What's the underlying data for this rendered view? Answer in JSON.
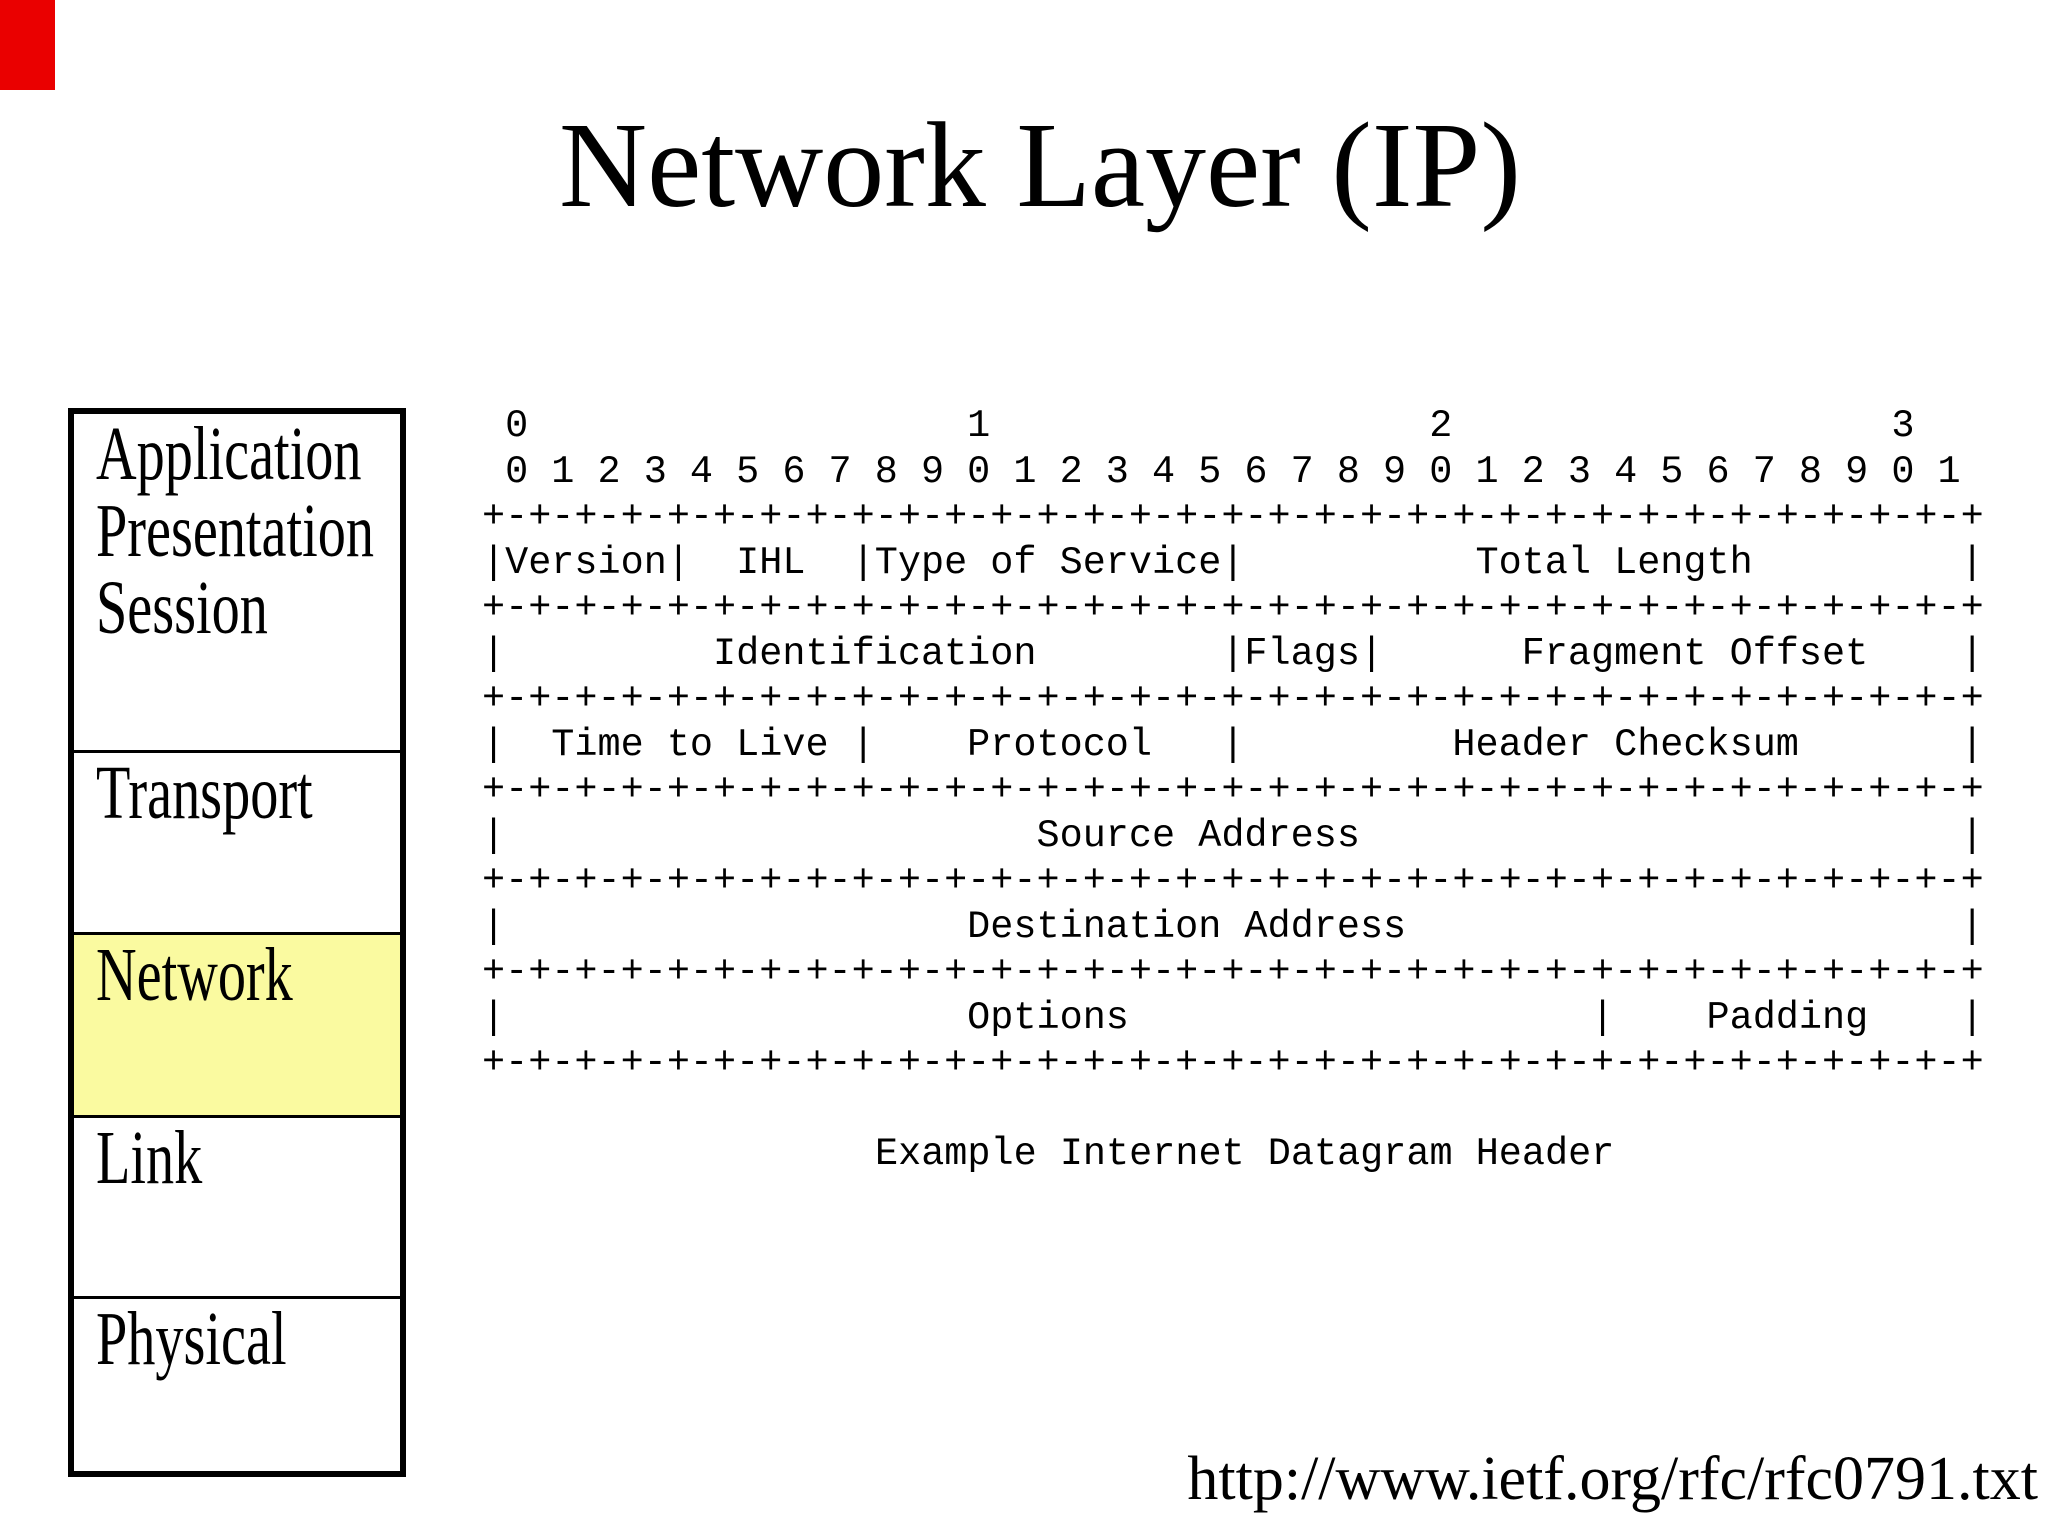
{
  "slide": {
    "title": "Network Layer (IP)",
    "footer_url": "http://www.ietf.org/rfc/rfc0791.txt"
  },
  "colors": {
    "background": "#ffffff",
    "text": "#000000",
    "osi_highlight": "#fafaa0",
    "corner_marker_red": "#ea0000"
  },
  "osi_stack": {
    "highlighted_layer": "Network",
    "rows": [
      {
        "lines": [
          "Application",
          "Presentation",
          "Session"
        ],
        "highlighted": false
      },
      {
        "lines": [
          "Transport"
        ],
        "highlighted": false
      },
      {
        "lines": [
          "Network"
        ],
        "highlighted": true
      },
      {
        "lines": [
          "Link"
        ],
        "highlighted": false
      },
      {
        "lines": [
          "Physical"
        ],
        "highlighted": false
      }
    ]
  },
  "diagram": {
    "lines": [
      " 0                   1                   2                   3",
      " 0 1 2 3 4 5 6 7 8 9 0 1 2 3 4 5 6 7 8 9 0 1 2 3 4 5 6 7 8 9 0 1",
      "+-+-+-+-+-+-+-+-+-+-+-+-+-+-+-+-+-+-+-+-+-+-+-+-+-+-+-+-+-+-+-+-+",
      "|Version|  IHL  |Type of Service|          Total Length         |",
      "+-+-+-+-+-+-+-+-+-+-+-+-+-+-+-+-+-+-+-+-+-+-+-+-+-+-+-+-+-+-+-+-+",
      "|         Identification        |Flags|      Fragment Offset    |",
      "+-+-+-+-+-+-+-+-+-+-+-+-+-+-+-+-+-+-+-+-+-+-+-+-+-+-+-+-+-+-+-+-+",
      "|  Time to Live |    Protocol   |         Header Checksum       |",
      "+-+-+-+-+-+-+-+-+-+-+-+-+-+-+-+-+-+-+-+-+-+-+-+-+-+-+-+-+-+-+-+-+",
      "|                       Source Address                          |",
      "+-+-+-+-+-+-+-+-+-+-+-+-+-+-+-+-+-+-+-+-+-+-+-+-+-+-+-+-+-+-+-+-+",
      "|                    Destination Address                        |",
      "+-+-+-+-+-+-+-+-+-+-+-+-+-+-+-+-+-+-+-+-+-+-+-+-+-+-+-+-+-+-+-+-+",
      "|                    Options                    |    Padding    |",
      "+-+-+-+-+-+-+-+-+-+-+-+-+-+-+-+-+-+-+-+-+-+-+-+-+-+-+-+-+-+-+-+-+"
    ],
    "caption": "Example Internet Datagram Header"
  }
}
